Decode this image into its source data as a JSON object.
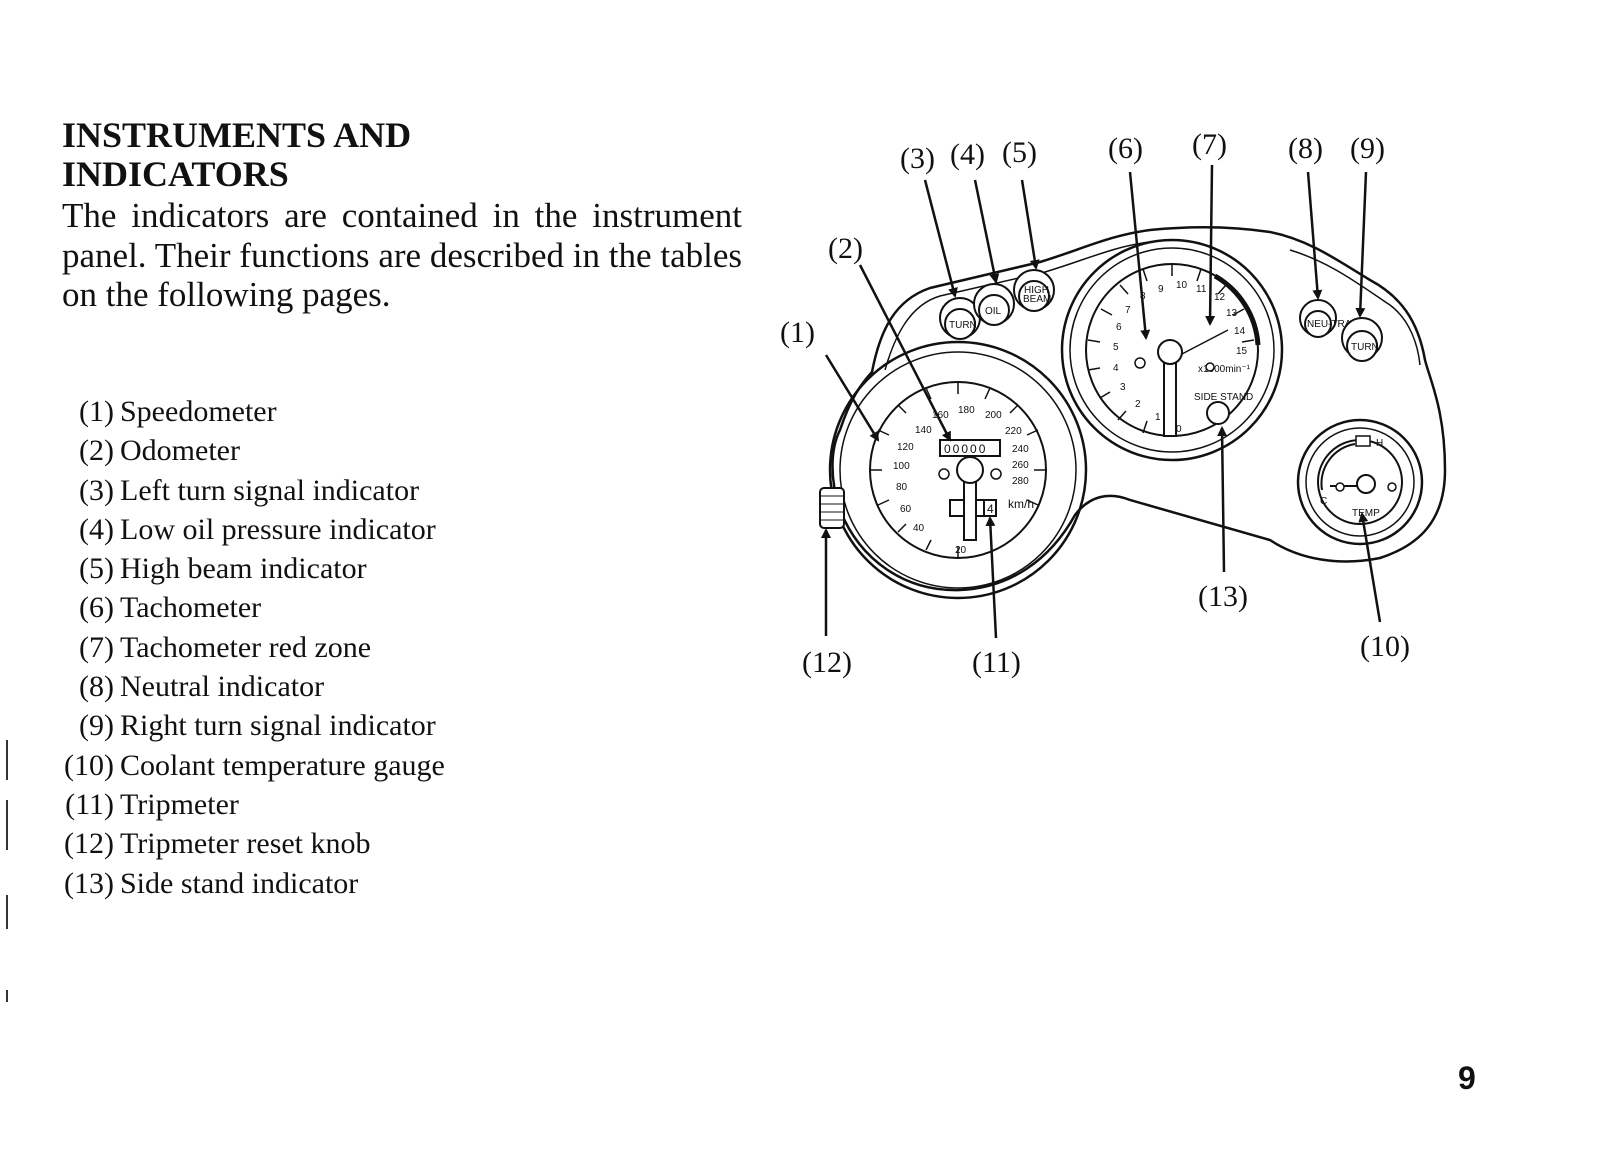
{
  "heading": {
    "line1": "INSTRUMENTS AND",
    "line2": "INDICATORS"
  },
  "intro": "The indicators are contained in the instrument panel. Their functions are described in the tables on the following pages.",
  "legend": [
    {
      "num": "(1)",
      "label": "Speedometer"
    },
    {
      "num": "(2)",
      "label": "Odometer"
    },
    {
      "num": "(3)",
      "label": "Left turn signal indicator"
    },
    {
      "num": "(4)",
      "label": "Low oil pressure indicator"
    },
    {
      "num": "(5)",
      "label": "High beam indicator"
    },
    {
      "num": "(6)",
      "label": "Tachometer"
    },
    {
      "num": "(7)",
      "label": "Tachometer red zone"
    },
    {
      "num": "(8)",
      "label": "Neutral indicator"
    },
    {
      "num": "(9)",
      "label": "Right turn signal indicator"
    },
    {
      "num": "(10)",
      "label": "Coolant temperature gauge"
    },
    {
      "num": "(11)",
      "label": "Tripmeter"
    },
    {
      "num": "(12)",
      "label": "Tripmeter reset knob"
    },
    {
      "num": "(13)",
      "label": "Side stand indicator"
    }
  ],
  "diagram": {
    "callouts": {
      "c1": "(1)",
      "c2": "(2)",
      "c3": "(3)",
      "c4": "(4)",
      "c5": "(5)",
      "c6": "(6)",
      "c7": "(7)",
      "c8": "(8)",
      "c9": "(9)",
      "c10": "(10)",
      "c11": "(11)",
      "c12": "(12)",
      "c13": "(13)"
    },
    "lamps": {
      "turn_left": "TURN",
      "oil": "OIL",
      "high": "HIGH",
      "beam": "BEAM",
      "neutral": "NEU-TRAL",
      "turn_right": "TURN"
    },
    "speedo_ticks": [
      "20",
      "40",
      "60",
      "80",
      "100",
      "120",
      "140",
      "160",
      "180",
      "200",
      "220",
      "240",
      "260",
      "280"
    ],
    "speedo_unit": "km/h",
    "odometer_digits": "00000",
    "tripmeter_digit": "4",
    "tacho_ticks": [
      "1",
      "2",
      "3",
      "4",
      "5",
      "6",
      "7",
      "8",
      "9",
      "10",
      "11",
      "12",
      "13",
      "14",
      "15"
    ],
    "tacho_zero": "0",
    "tacho_unit": "x1000min⁻¹",
    "side_stand": "SIDE STAND",
    "temp_label": "TEMP",
    "temp_hot": "H",
    "temp_cold": "C"
  },
  "page_number": "9"
}
